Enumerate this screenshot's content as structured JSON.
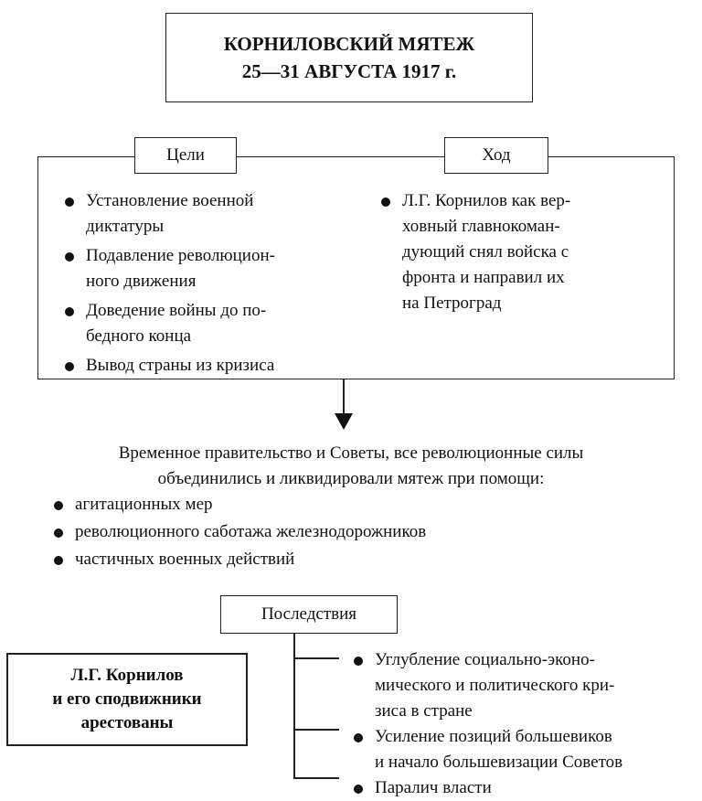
{
  "title": {
    "line1": "КОРНИЛОВСКИЙ МЯТЕЖ",
    "line2": "25—31 АВГУСТА 1917 г."
  },
  "goals": {
    "label": "Цели",
    "items": [
      "Установление военной диктатуры",
      "Подавление революцион-ного движения",
      "Доведение войны до по-бедного конца",
      "Вывод страны из кризиса"
    ]
  },
  "course": {
    "label": "Ход",
    "items": [
      "Л.Г. Корнилов как вер-ховный главнокоман-дующий снял войска с фронта и направил их на Петроград"
    ]
  },
  "suppression": {
    "line1": "Временное правительство и Советы, все революционные силы",
    "line2": "объединились и ликвидировали мятеж при помощи:",
    "items": [
      "агитационных мер",
      "революционного саботажа железнодорожников",
      "частичных военных действий"
    ]
  },
  "arrest": {
    "line1": "Л.Г. Корнилов",
    "line2": "и его сподвижники",
    "line3": "арестованы"
  },
  "consequences": {
    "label": "Последствия",
    "items": [
      "Углубление социально-эконо-мического и политического кри-зиса в стране",
      "Усиление позиций большевиков и начало большевизации Советов",
      "Паралич власти"
    ]
  }
}
